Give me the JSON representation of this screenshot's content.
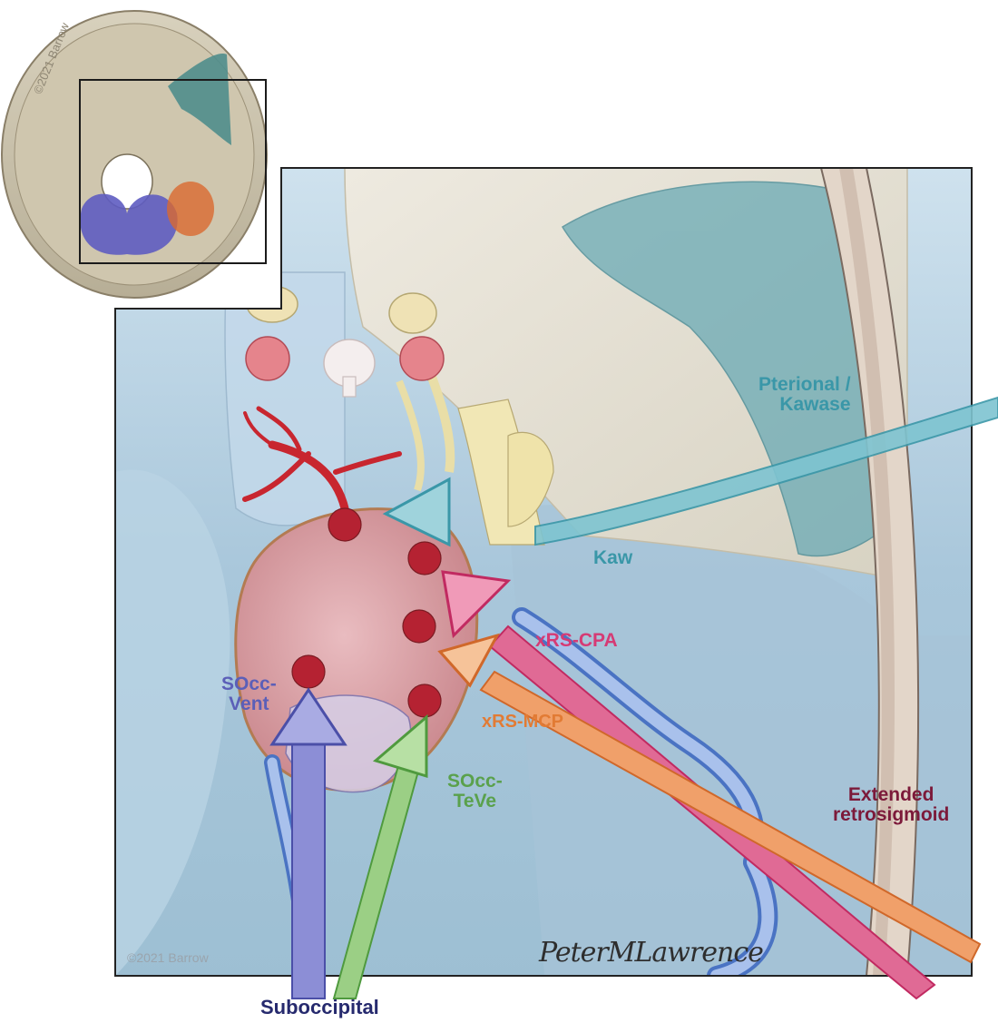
{
  "labels": {
    "pterional": "Pterional /\nKawase",
    "kaw": "Kaw",
    "xrs_cpa": "xRS-CPA",
    "xrs_mcp": "xRS-MCP",
    "socc_vent": "SOcc-\nVent",
    "socc_teve": "SOcc-\nTeVe",
    "extended_retrosigmoid": "Extended\nretrosigmoid",
    "suboccipital": "Suboccipital"
  },
  "copyright": {
    "main": "©2021 Barrow",
    "inset": "©2021 Barrow"
  },
  "signature": "PeterMLawrence",
  "colors": {
    "pterional": "#3a97a8",
    "kaw": "#3a97a8",
    "xrs_cpa": "#d63a74",
    "xrs_mcp": "#e27b34",
    "socc_vent": "#5b5fb8",
    "socc_teve": "#5aa14c",
    "extended_retrosigmoid": "#7c1a3a",
    "suboccipital": "#262a6e",
    "copyright": "#9aa4ad"
  }
}
